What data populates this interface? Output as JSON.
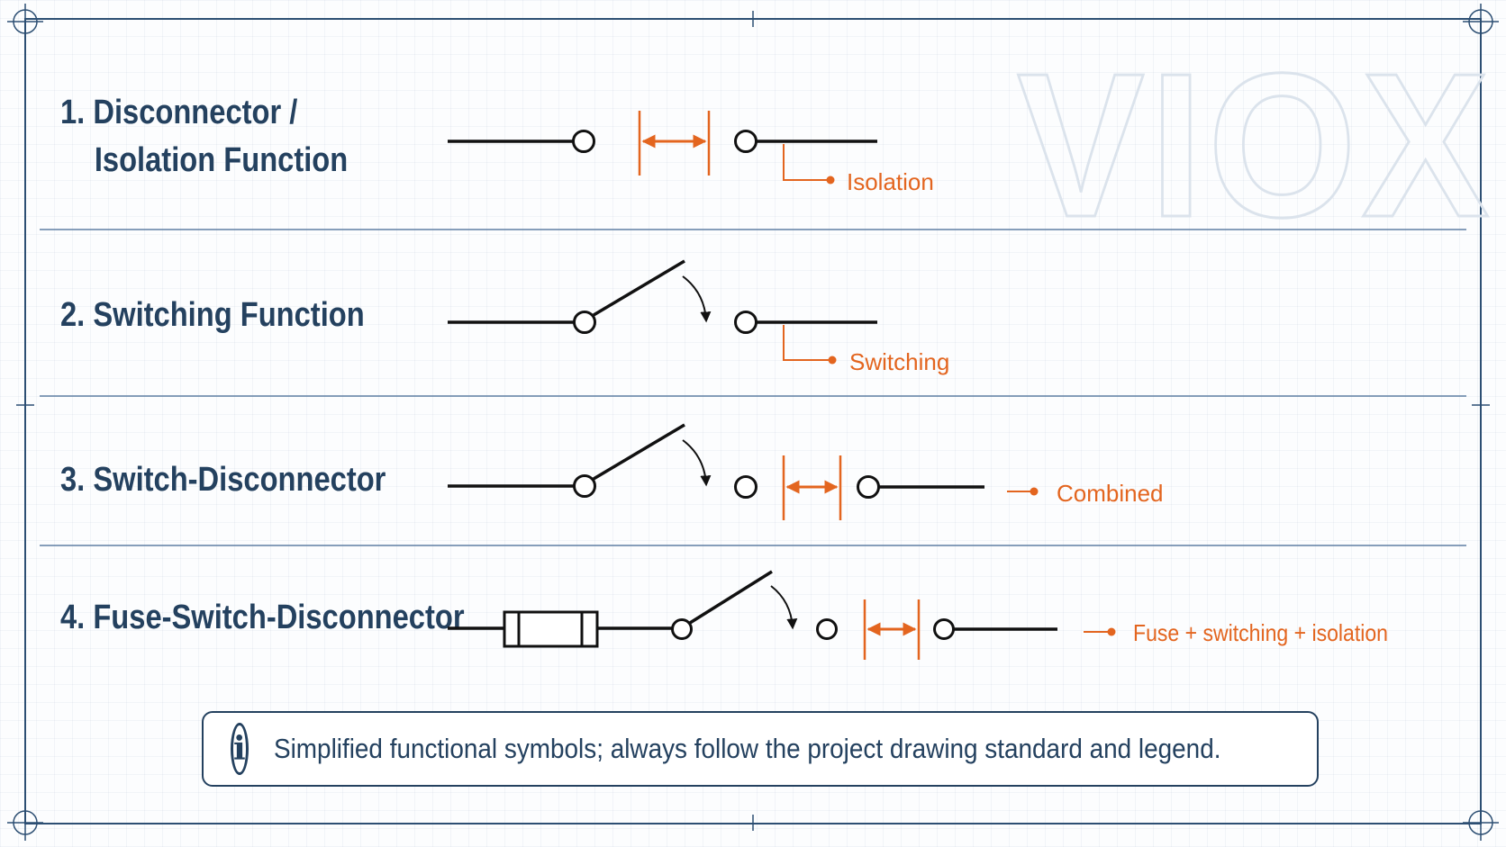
{
  "watermark": "VIOX",
  "rows": [
    {
      "number": "1.",
      "title_line1": "Disconnector /",
      "title_line2": "Isolation Function",
      "tag": "Isolation"
    },
    {
      "number": "2.",
      "title_line1": "Switching Function",
      "tag": "Switching"
    },
    {
      "number": "3.",
      "title_line1": "Switch-Disconnector",
      "tag": "Combined"
    },
    {
      "number": "4.",
      "title_line1": "Fuse-Switch-Disconnector",
      "tag": "Fuse + switching + isolation"
    }
  ],
  "note": {
    "icon": "info-icon",
    "icon_glyph": "i",
    "text": "Simplified functional symbols; always follow the project drawing standard and legend."
  },
  "colors": {
    "ink": "#24415f",
    "accent": "#e3651f",
    "line": "#111111",
    "frame": "#2d4f73"
  }
}
